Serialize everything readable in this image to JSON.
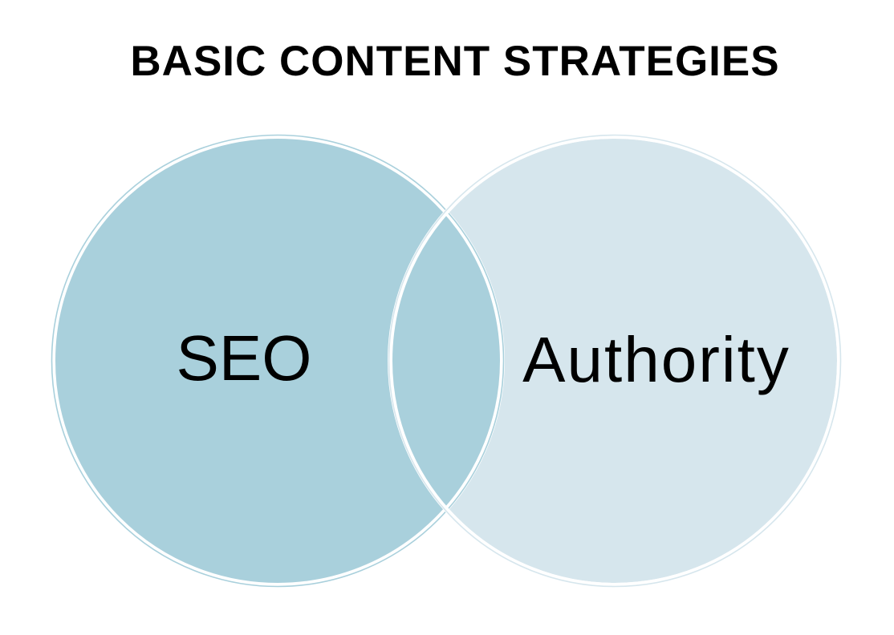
{
  "slide": {
    "title": "BASIC CONTENT STRATEGIES",
    "title_color": "#000000",
    "background": "#ffffff"
  },
  "venn": {
    "type": "venn-diagram",
    "outline_color": "#ffffff",
    "label_color": "#000000",
    "sets": [
      {
        "label": "SEO",
        "fill": "#a9d0dc"
      },
      {
        "label": "Authority",
        "fill": "#d6e6ed"
      }
    ],
    "overlap_fill": "#a9d0dc"
  }
}
